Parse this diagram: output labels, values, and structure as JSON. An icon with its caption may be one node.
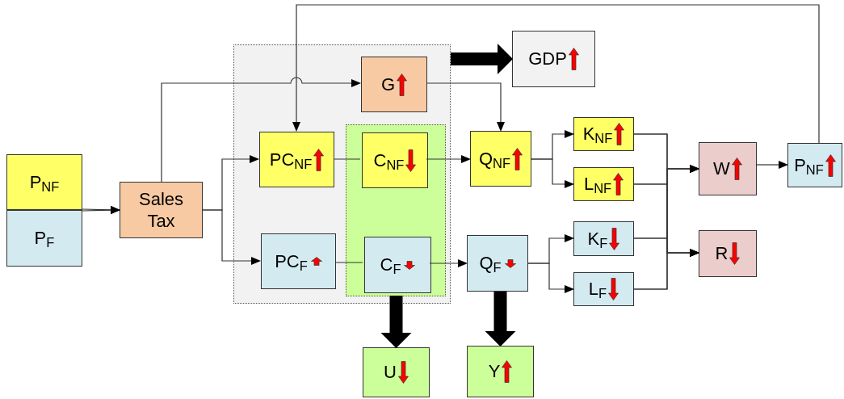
{
  "diagram": {
    "nodes": [
      {
        "text": [
          "P$_{NF}$"
        ]
      },
      {
        "text": [
          "P$_{F}$"
        ]
      },
      {
        "text": [
          "Sales Tax"
        ]
      },
      {
        "text": [],
        "shape": "box"
      },
      {
        "text": [
          "G"
        ],
        "in": 3
      },
      {
        "text": [
          "PC$_{NF}$"
        ],
        "in": 3
      },
      {
        "text": [
          "PC$_{F}$"
        ],
        "in": 3
      },
      {
        "text": [],
        "shape": "box",
        "in": 3
      },
      {
        "text": [
          "C$_{NF}$"
        ],
        "in": 7
      },
      {
        "text": [
          "C$_{F}$"
        ],
        "in": 7
      },
      {
        "text": [
          "GDP"
        ]
      },
      {
        "text": [
          "Q$_{NF}$"
        ]
      },
      {
        "text": [
          "Q$_{F}$"
        ]
      },
      {
        "text": [
          "K$_{NF}$"
        ]
      },
      {
        "text": [
          "L$_{NF}$"
        ]
      },
      {
        "text": [
          "K$_{F}$"
        ]
      },
      {
        "text": [
          "L$_{F}$"
        ]
      },
      {
        "text": [
          "W"
        ]
      },
      {
        "text": [
          "R"
        ]
      },
      {
        "text": [
          "P$_{NF}$"
        ]
      },
      {
        "text": [
          "U"
        ]
      },
      {
        "text": [
          "Y"
        ]
      }
    ],
    "edges": [
      {
        "from": 0,
        "to": 2,
        "arrow": "to"
      },
      {
        "from": 1,
        "to": 2,
        "arrow": "to"
      },
      {
        "from": 2,
        "to": 5,
        "arrow": "to"
      },
      {
        "from": 2,
        "to": 6,
        "arrow": "to"
      },
      {
        "from": 2,
        "to": 4,
        "arrow": "to"
      },
      {
        "from": 5,
        "to": 8,
        "arrow": "none"
      },
      {
        "from": 6,
        "to": 9,
        "arrow": "none"
      },
      {
        "from": 8,
        "to": 11,
        "arrow": "to"
      },
      {
        "from": 9,
        "to": 12,
        "arrow": "to"
      },
      {
        "from": 4,
        "to": 11,
        "arrow": "to"
      },
      {
        "from": 11,
        "to": 13,
        "arrow": "to"
      },
      {
        "from": 11,
        "to": 14,
        "arrow": "to"
      },
      {
        "from": 12,
        "to": 15,
        "arrow": "to"
      },
      {
        "from": 12,
        "to": 16,
        "arrow": "to"
      },
      {
        "from": 13,
        "to": 17,
        "arrow": "to"
      },
      {
        "from": 14,
        "to": 17,
        "arrow": "to"
      },
      {
        "from": 15,
        "to": 17,
        "arrow": "to"
      },
      {
        "from": 16,
        "to": 17,
        "arrow": "to"
      },
      {
        "from": 13,
        "to": 18,
        "arrow": "to"
      },
      {
        "from": 14,
        "to": 18,
        "arrow": "to"
      },
      {
        "from": 15,
        "to": 18,
        "arrow": "to"
      },
      {
        "from": 16,
        "to": 18,
        "arrow": "to"
      },
      {
        "from": 17,
        "to": 19,
        "arrow": "to"
      },
      {
        "from": 19,
        "to": 5,
        "arrow": "to"
      },
      {
        "from": 3,
        "to": 10,
        "arrow": "to",
        "style": "thick"
      },
      {
        "from": 7,
        "to": 20,
        "arrow": "to",
        "style": "thick"
      },
      {
        "from": 12,
        "to": 21,
        "arrow": "to",
        "style": "thick"
      }
    ]
  }
}
